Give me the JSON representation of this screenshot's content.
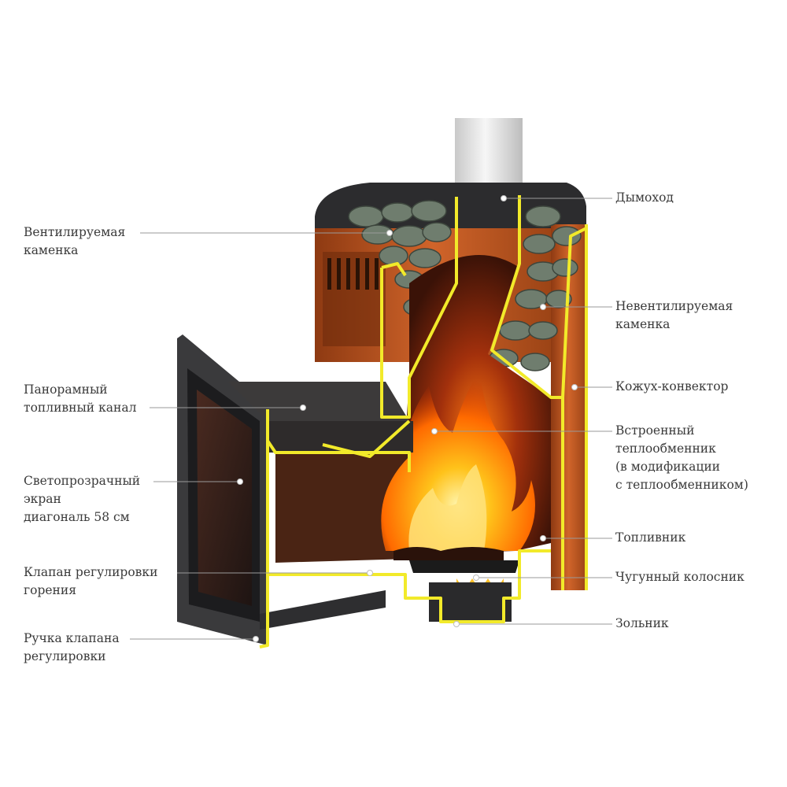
{
  "callouts": {
    "chimney": {
      "lines": [
        "Дымоход"
      ]
    },
    "ventilated_heater": {
      "lines": [
        "Вентилируемая",
        "каменка"
      ]
    },
    "non_ventilated_heater": {
      "lines": [
        "Невентилируемая",
        "каменка"
      ]
    },
    "casing_convector": {
      "lines": [
        "Кожух-конвектор"
      ]
    },
    "panoramic_fuel_channel": {
      "lines": [
        "Панорамный",
        "топливный канал"
      ]
    },
    "built_in_heat_exchanger": {
      "lines": [
        "Встроенный",
        "теплообменник",
        "(в модификации",
        "с теплообменником)"
      ]
    },
    "transparent_screen": {
      "lines": [
        "Светопрозрачный",
        "экран",
        "диагональ 58 см"
      ]
    },
    "firebox": {
      "lines": [
        "Топливник"
      ]
    },
    "combustion_valve": {
      "lines": [
        "Клапан регулировки",
        "горения"
      ]
    },
    "cast_iron_grate": {
      "lines": [
        "Чугунный колосник"
      ]
    },
    "valve_handle": {
      "lines": [
        "Ручка клапана",
        "регулировки"
      ]
    },
    "ash_pan": {
      "lines": [
        "Зольник"
      ]
    }
  },
  "colors": {
    "section_outline": "#f2ea2a",
    "casing_copper": "#c4571f",
    "body_dark": "#2f2f31",
    "leader_line": "#9a9a9a",
    "label_text": "#3a3a3a"
  }
}
